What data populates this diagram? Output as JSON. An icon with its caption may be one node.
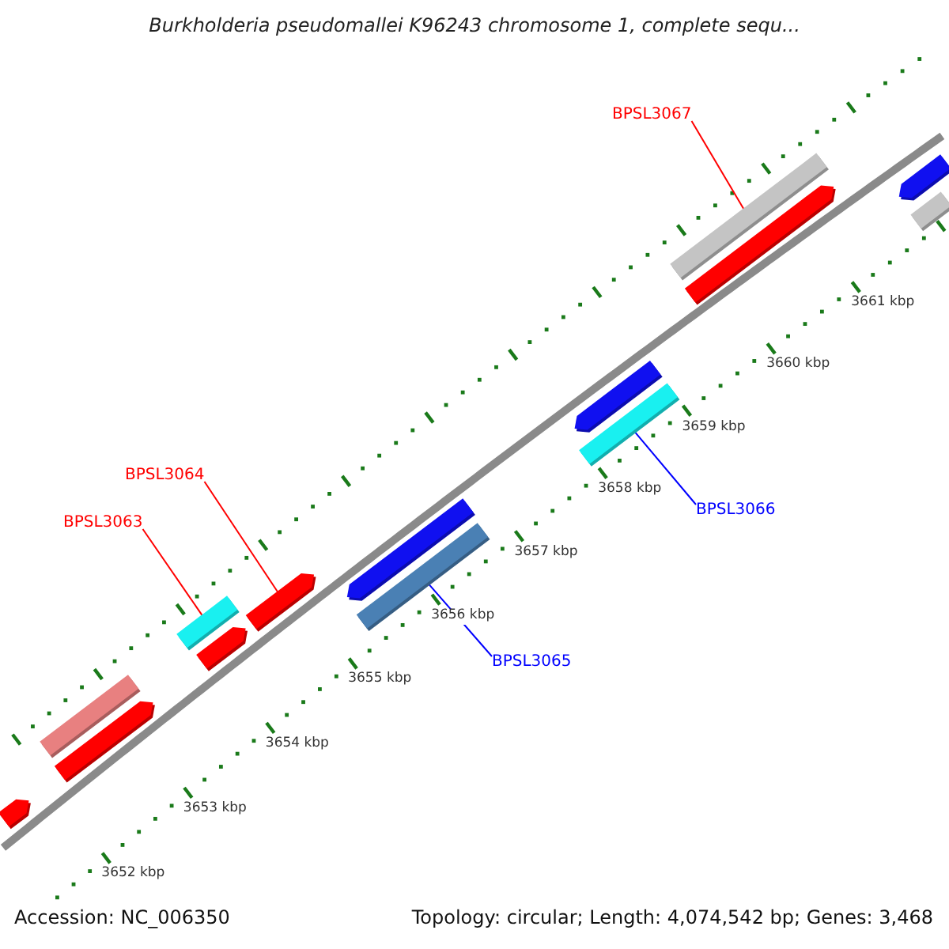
{
  "diagram": {
    "title": "Burkholderia pseudomallei K96243 chromosome 1, complete sequ...",
    "nodes": [
      {
        "text": [
          "BPSL3067"
        ]
      },
      {
        "text": [
          "BPSL3066"
        ]
      },
      {
        "text": [
          "BPSL3064"
        ]
      },
      {
        "text": [
          "BPSL3063"
        ]
      },
      {
        "text": [
          "BPSL3065"
        ]
      },
      {
        "text": [],
        "shape": "bar"
      },
      {
        "text": [],
        "shape": "bar"
      },
      {
        "text": [],
        "shape": "bar"
      },
      {
        "text": [],
        "shape": "bar"
      },
      {
        "text": [],
        "shape": "bar"
      },
      {
        "text": [],
        "shape": "bar"
      },
      {
        "text": [],
        "shape": "bar"
      },
      {
        "text": [],
        "shape": "bar"
      },
      {
        "text": [],
        "shape": "bar"
      },
      {
        "text": [],
        "shape": "bar"
      },
      {
        "text": [],
        "shape": "bar"
      },
      {
        "text": [],
        "shape": "bar"
      },
      {
        "text": [],
        "shape": "bar"
      },
      {
        "text": [],
        "shape": "bar"
      }
    ],
    "edges": [
      {
        "from": 0,
        "to": 15,
        "arrow": "none"
      },
      {
        "from": 1,
        "to": 14,
        "arrow": "none",
        "color": "#0000ff"
      },
      {
        "from": 2,
        "to": 10,
        "arrow": "none"
      },
      {
        "from": 3,
        "to": 8,
        "arrow": "none"
      },
      {
        "from": 4,
        "to": 12,
        "arrow": "none",
        "color": "#0000ff"
      }
    ],
    "labels": [
      "3661 kbp",
      "3660 kbp",
      "3659 kbp",
      "3658 kbp",
      "3657 kbp",
      "3656 kbp",
      "3655 kbp",
      "3654 kbp",
      "3653 kbp",
      "3652 kbp",
      "Accession: NC_006350",
      "Topology: circular; Length: 4,074,542 bp; Genes: 3,468"
    ]
  }
}
